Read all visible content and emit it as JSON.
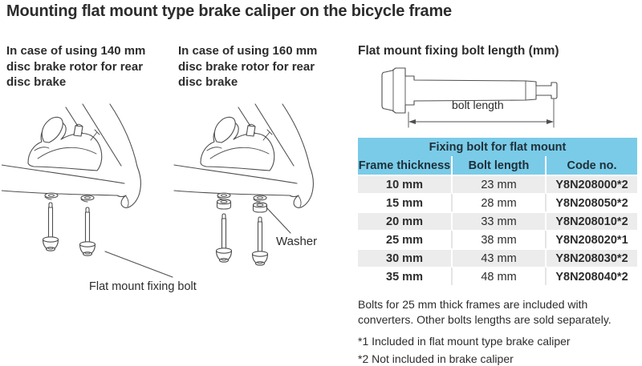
{
  "page": {
    "title": "Mounting flat mount type brake caliper on the bicycle frame"
  },
  "left_section": {
    "heading": "In case of using 140 mm disc brake rotor for rear disc brake",
    "bolt_label": "Flat mount fixing bolt"
  },
  "mid_section": {
    "heading": "In case of using 160 mm disc brake rotor for rear disc brake",
    "washer_label": "Washer"
  },
  "right_section": {
    "heading": "Flat mount fixing bolt length (mm)",
    "dimension_label": "bolt length",
    "table": {
      "title": "Fixing bolt for flat mount",
      "columns": [
        "Frame thickness",
        "Bolt length",
        "Code no."
      ],
      "rows": [
        [
          "10 mm",
          "23 mm",
          "Y8N208000*2"
        ],
        [
          "15 mm",
          "28 mm",
          "Y8N208050*2"
        ],
        [
          "20 mm",
          "33 mm",
          "Y8N208010*2"
        ],
        [
          "25 mm",
          "38 mm",
          "Y8N208020*1"
        ],
        [
          "30 mm",
          "43 mm",
          "Y8N208030*2"
        ],
        [
          "35 mm",
          "48 mm",
          "Y8N208040*2"
        ]
      ]
    },
    "notes": {
      "availability": "Bolts for 25 mm thick frames are included with converters. Other bolts lengths are sold separately.",
      "asterisk1": "*1 Included in flat mount type brake caliper",
      "asterisk2": "*2 Not included in brake caliper"
    }
  },
  "colors": {
    "table_header_blue": "#7acbe8",
    "row_alt_gray": "#ececec",
    "text": "#2c2c2c",
    "line_art": "#4f4f4f"
  }
}
